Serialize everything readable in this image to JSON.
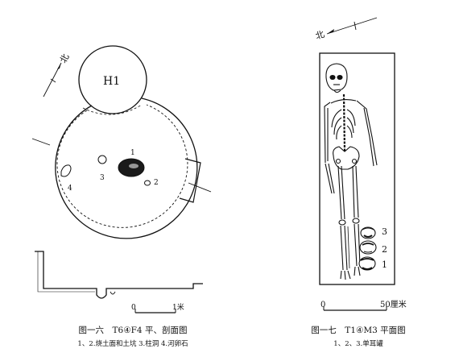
{
  "figure6": {
    "pit_label": "H1",
    "north_label": "北",
    "feature_labels": [
      "1",
      "2",
      "3",
      "4"
    ],
    "scale_zero": "0",
    "scale_end": "1米",
    "caption": "图一六　T6④F4 平、剖面图",
    "legend": "1、2.烧土面和土坑  3.柱洞  4.河卵石"
  },
  "figure7": {
    "north_label": "北",
    "vessel_labels": [
      "3",
      "2",
      "1"
    ],
    "scale_zero": "0",
    "scale_end": "50厘米",
    "caption": "图一七　T1④M3 平面图",
    "legend": "1、2、3.单耳罐"
  }
}
